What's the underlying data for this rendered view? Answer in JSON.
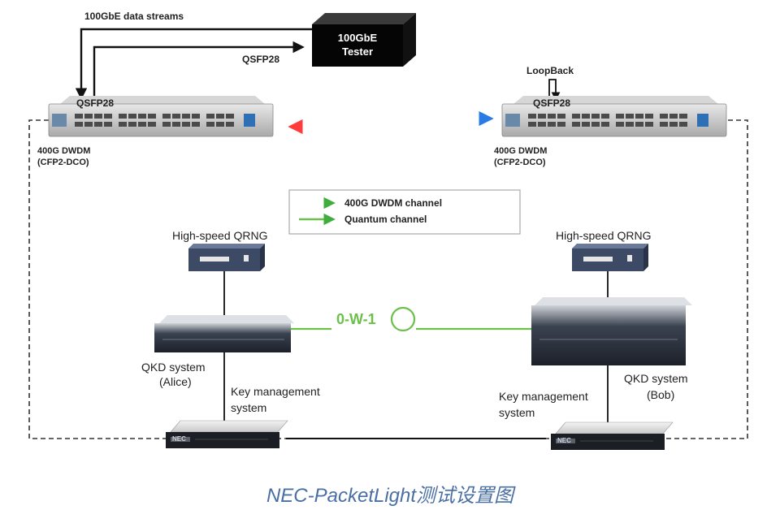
{
  "labels": {
    "streams": "100GbE data streams",
    "tester_line1": "100GbE",
    "tester_line2": "Tester",
    "qsfp_tester": "QSFP28",
    "qsfp_left": "QSFP28",
    "qsfp_right": "QSFP28",
    "loopback": "LoopBack",
    "dwdm_left_1": "400G DWDM",
    "dwdm_left_2": "(CFP2-DCO)",
    "dwdm_right_1": "400G DWDM",
    "dwdm_right_2": "(CFP2-DCO)",
    "legend_dwdm": "400G DWDM channel",
    "legend_quantum": "Quantum channel",
    "qrng_left": "High-speed QRNG",
    "qrng_right": "High-speed QRNG",
    "quantum_link": "0-W-1",
    "qkd_left_1": "QKD system",
    "qkd_left_2": "(Alice)",
    "qkd_right_1": "QKD system",
    "qkd_right_2": "(Bob)",
    "kms_left_1": "Key management",
    "kms_left_2": "system",
    "kms_right_1": "Key management",
    "kms_right_2": "system",
    "server_brand": "NEC"
  },
  "caption": "NEC-PacketLight测试设置图",
  "colors": {
    "quantum": "#6cc04a",
    "caption": "#4a6fa5",
    "dwdm_start": "#ff3b3b",
    "dwdm_mid": "#f4d21f",
    "dwdm_end": "#2a7be4"
  }
}
